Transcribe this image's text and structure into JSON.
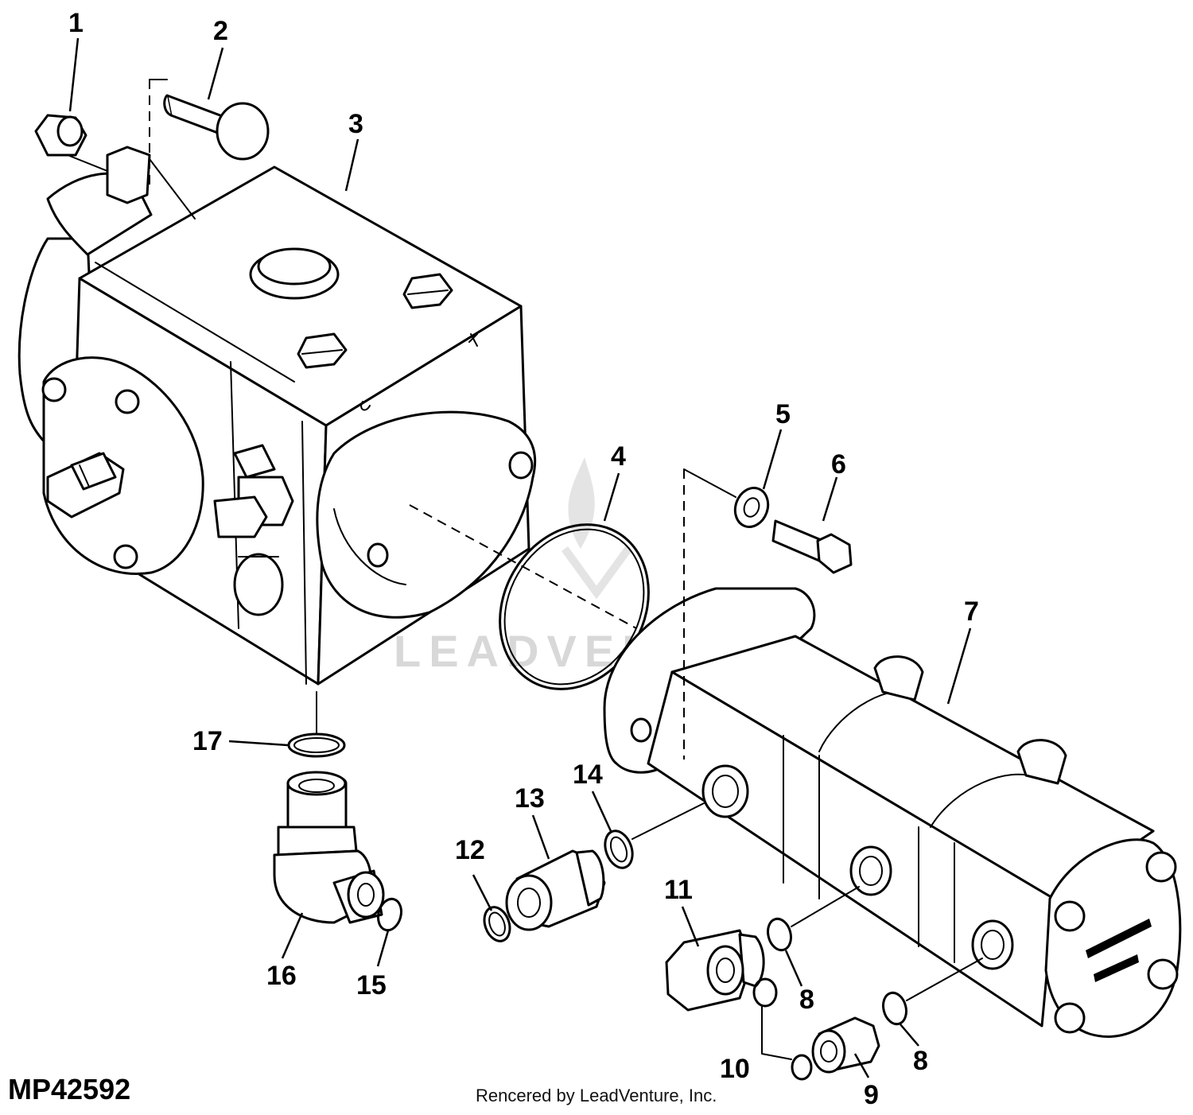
{
  "diagram": {
    "figure_code": "MP42592",
    "credit": "Rencered by LeadVenture, Inc.",
    "watermark": "LEADVENTURE",
    "callouts": {
      "c1": "1",
      "c2": "2",
      "c3": "3",
      "c4": "4",
      "c5": "5",
      "c6": "6",
      "c7": "7",
      "c8a": "8",
      "c8b": "8",
      "c9": "9",
      "c10": "10",
      "c11": "11",
      "c12": "12",
      "c13": "13",
      "c14": "14",
      "c15": "15",
      "c16": "16",
      "c17": "17"
    }
  }
}
